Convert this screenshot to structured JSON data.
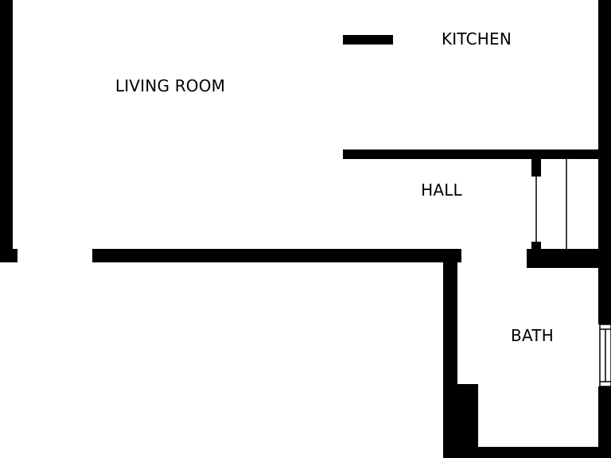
{
  "rooms": {
    "living_room": "LIVING ROOM",
    "kitchen": "KITCHEN",
    "hall": "HALL",
    "bath": "BATH"
  },
  "colors": {
    "wall": "#000000",
    "background": "#ffffff"
  }
}
